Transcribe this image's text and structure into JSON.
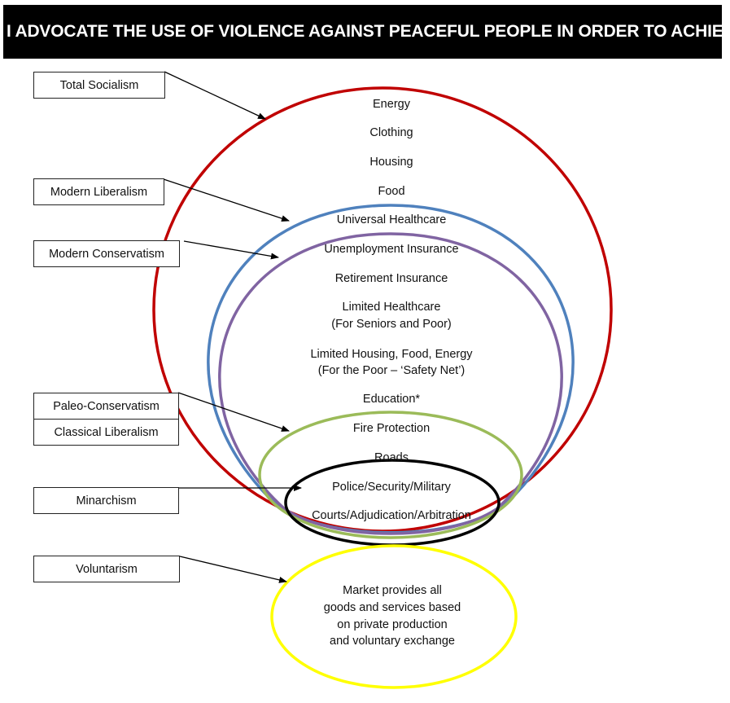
{
  "title": "I ADVOCATE THE USE OF VIOLENCE AGAINST PEACEFUL PEOPLE IN ORDER TO ACHIEVE...",
  "labels": {
    "total_socialism": "Total Socialism",
    "modern_liberalism": "Modern Liberalism",
    "modern_conservatism": "Modern Conservatism",
    "paleo_conservatism": "Paleo-Conservatism",
    "classical_liberalism": "Classical Liberalism",
    "minarchism": "Minarchism",
    "voluntarism": "Voluntarism"
  },
  "items": {
    "energy": "Energy",
    "clothing": "Clothing",
    "housing": "Housing",
    "food": "Food",
    "universal_healthcare": "Universal Healthcare",
    "unemployment_insurance": "Unemployment Insurance",
    "retirement_insurance": "Retirement Insurance",
    "limited_healthcare_1": "Limited Healthcare",
    "limited_healthcare_2": "(For Seniors and Poor)",
    "limited_housing_1": "Limited Housing, Food, Energy",
    "limited_housing_2": "(For the Poor – ‘Safety Net’)",
    "education": "Education*",
    "fire_protection": "Fire Protection",
    "roads": "Roads",
    "police": "Police/Security/Military",
    "courts": "Courts/Adjudication/Arbitration"
  },
  "voluntarism_text": [
    "Market provides all",
    "goods and services based",
    "on private production",
    "and voluntary exchange"
  ],
  "colors": {
    "total_socialism": "#c00000",
    "modern_liberalism": "#4f81bd",
    "modern_conservatism": "#8064a2",
    "classical_liberalism": "#9bbb59",
    "minarchism": "#000000",
    "voluntarism": "#ffff00"
  }
}
